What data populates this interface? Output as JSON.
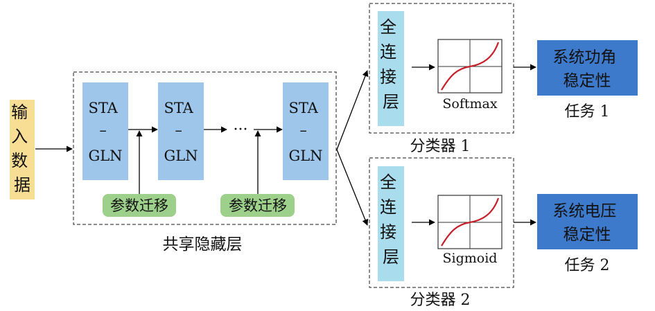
{
  "input": {
    "lines": [
      "输",
      "入",
      "数",
      "据"
    ]
  },
  "shared_layer": {
    "label": "共享隐藏层",
    "blocks": [
      {
        "lines": [
          "STA",
          "–",
          "GLN"
        ]
      },
      {
        "lines": [
          "STA",
          "–",
          "GLN"
        ]
      },
      {
        "lines": [
          "STA",
          "–",
          "GLN"
        ]
      }
    ],
    "ellipsis": "···",
    "transfer_label": "参数迁移"
  },
  "classifiers": [
    {
      "label": "分类器 1",
      "fc_lines": [
        "全",
        "连",
        "接",
        "层"
      ],
      "activation": "Softmax",
      "output_lines": [
        "系统功角",
        "稳定性"
      ],
      "task": "任务 1"
    },
    {
      "label": "分类器 2",
      "fc_lines": [
        "全",
        "连",
        "接",
        "层"
      ],
      "activation": "Sigmoid",
      "output_lines": [
        "系统电压",
        "稳定性"
      ],
      "task": "任务 2"
    }
  ],
  "colors": {
    "input_fill": "#F7DE94",
    "sta_fill": "#9DC6EA",
    "transfer_fill": "#9DD08A",
    "fc_fill": "#A9DCEC",
    "output_fill": "#3E7ACB",
    "curve": "#C8202A"
  }
}
